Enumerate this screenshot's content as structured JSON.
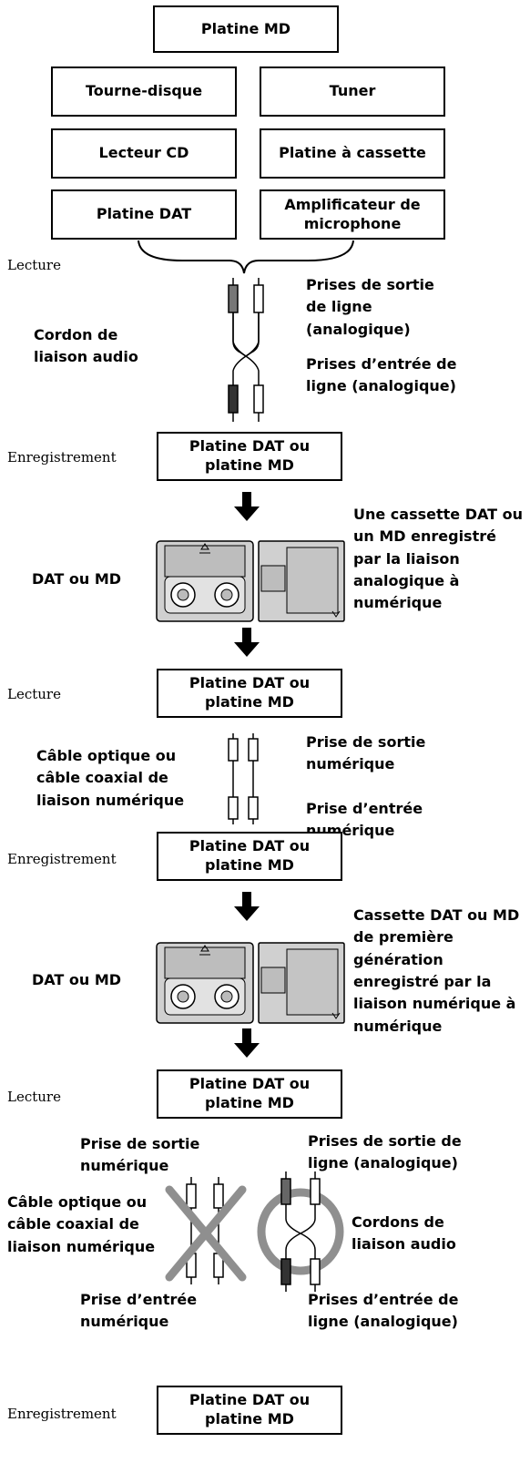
{
  "sources": {
    "md_deck": "Platine MD",
    "turntable": "Tourne-disque",
    "tuner": "Tuner",
    "cd_player": "Lecteur CD",
    "cassette_deck": "Platine à cassette",
    "dat_deck": "Platine DAT",
    "mic_amp": "Amplificateur de microphone"
  },
  "labels": {
    "playback": "Lecture",
    "recording": "Enregistrement",
    "dat_or_md_deck": "Platine DAT ou platine MD",
    "dat_or_md": "DAT ou MD"
  },
  "section1": {
    "line_out": "Prises de sortie de ligne (analogique)",
    "audio_cord": "Cordon de liaison audio",
    "line_in": "Prises d’entrée de ligne (analogique)",
    "media_note": "Une cassette DAT ou un MD enregistré par la liaison analogique à numérique"
  },
  "section2": {
    "digital_out": "Prise de sortie numérique",
    "digital_cable": "Câble optique ou câble coaxial de liaison numérique",
    "digital_in": "Prise d’entrée numérique",
    "media_note": "Cassette DAT ou MD de première génération enregistré par la liaison numérique à numérique"
  },
  "section3": {
    "digital_out": "Prise de sortie numérique",
    "line_out": "Prises de sortie de ligne (analogique)",
    "digital_cable": "Câble optique ou câble coaxial de liaison numérique",
    "audio_cords": "Cordons de liaison audio",
    "digital_in": "Prise d’entrée numérique",
    "line_in": "Prises d’entrée de ligne (analogique)"
  }
}
